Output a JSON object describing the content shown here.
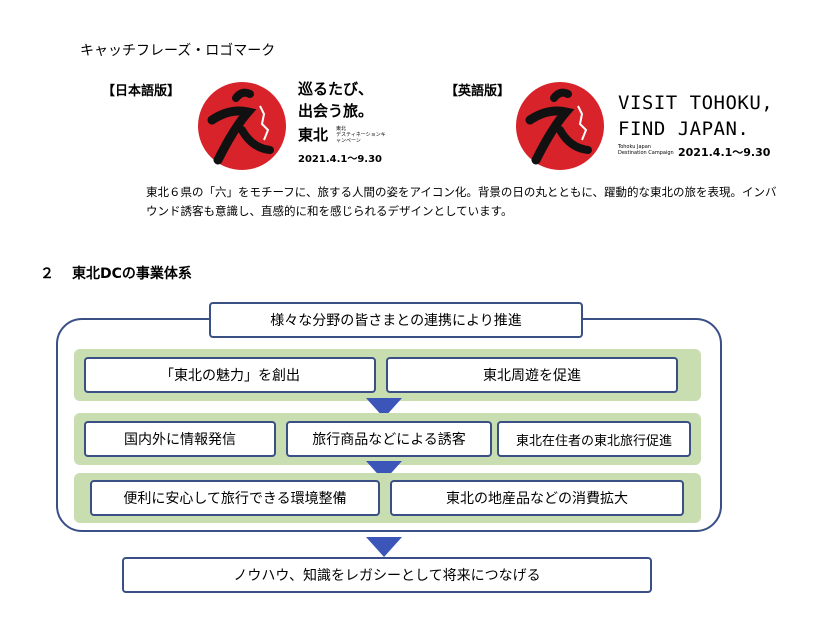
{
  "top_heading": "キャッチフレーズ・ロゴマーク",
  "logo_jp": {
    "label": "【日本語版】",
    "line1": "巡るたび、",
    "line2": "出会う旅。",
    "brand": "東北",
    "small1": "東北",
    "small2": "デスティネーションキャンペーン",
    "dates": "2021.4.1～9.30"
  },
  "logo_en": {
    "label": "【英語版】",
    "line1": "VISIT TOHOKU,",
    "line2": "FIND JAPAN.",
    "small1": "Tohoku Japan",
    "small2": "Destination Campaign",
    "dates": "2021.4.1～9.30"
  },
  "description": "東北６県の「六」をモチーフに、旅する人間の姿をアイコン化。背景の日の丸とともに、躍動的な東北の旅を表現。インバウンド誘客も意識し、直感的に和を感じられるデザインとしています。",
  "section2": {
    "number": "２",
    "title": "東北DCの事業体系"
  },
  "diagram": {
    "top_box": "様々な分野の皆さまとの連携により推進",
    "row1": [
      "「東北の魅力」を創出",
      "東北周遊を促進"
    ],
    "row2": [
      "国内外に情報発信",
      "旅行商品などによる誘客",
      "東北在住者の東北旅行促進"
    ],
    "row3": [
      "便利に安心して旅行できる環境整備",
      "東北の地産品などの消費拡大"
    ],
    "bottom_box": "ノウハウ、知識をレガシーとして将来につなげる"
  },
  "colors": {
    "logo_red": "#d8232a",
    "border_blue": "#3a4f86",
    "arrow_blue": "#3b56b8",
    "band_green": "#c8ddb0"
  }
}
